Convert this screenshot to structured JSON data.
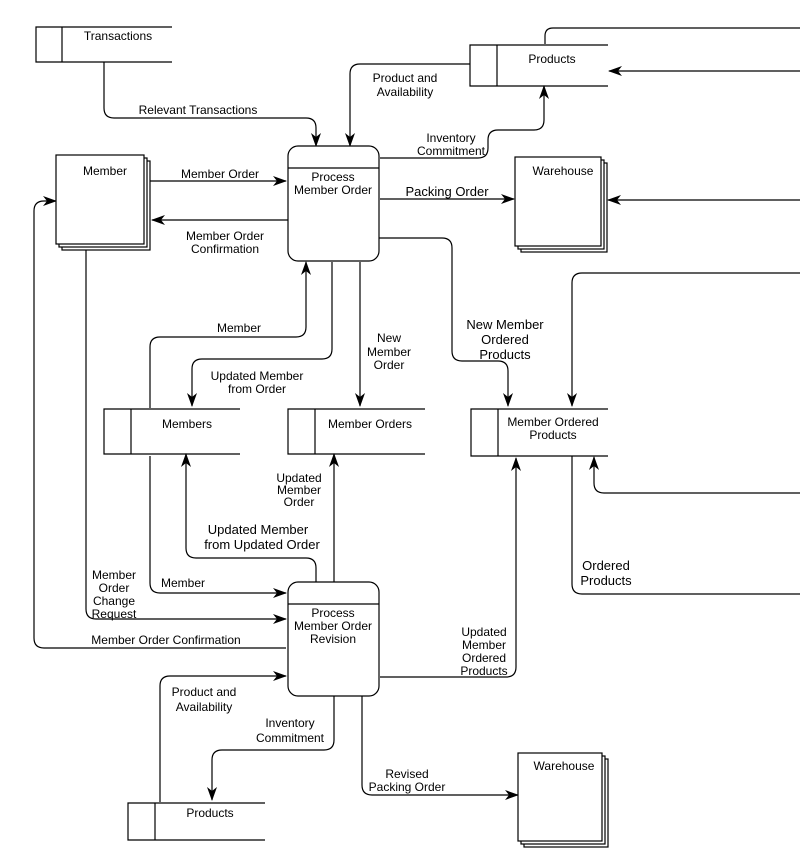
{
  "stores": {
    "transactions": "Transactions",
    "products_top": "Products",
    "members": "Members",
    "member_orders": "Member Orders",
    "member_ordered_products": [
      "Member Ordered",
      "Products"
    ],
    "products_bottom": "Products"
  },
  "entities": {
    "member": "Member",
    "warehouse_top": "Warehouse",
    "warehouse_bottom": "Warehouse"
  },
  "processes": {
    "process_member_order": [
      "Process",
      "Member Order"
    ],
    "process_member_order_revision": [
      "Process",
      "Member Order",
      "Revision"
    ]
  },
  "flows": {
    "relevant_transactions": "Relevant Transactions",
    "product_and_availability_top": [
      "Product and",
      "Availability"
    ],
    "inventory_commitment_top": [
      "Inventory",
      "Commitment"
    ],
    "member_order": "Member Order",
    "member_order_confirmation_top": [
      "Member Order",
      "Confirmation"
    ],
    "packing_order": "Packing Order",
    "member": "Member",
    "new_member_order": [
      "New",
      "Member",
      "Order"
    ],
    "new_member_ordered_products": [
      "New Member",
      "Ordered",
      "Products"
    ],
    "updated_member_from_order": [
      "Updated Member",
      "from Order"
    ],
    "updated_member_order": [
      "Updated",
      "Member",
      "Order"
    ],
    "updated_member_from_updated_order": [
      "Updated Member",
      "from Updated Order"
    ],
    "member_order_change_request": [
      "Member",
      "Order",
      "Change",
      "Request"
    ],
    "member_lower": "Member",
    "ordered_products": [
      "Ordered",
      "Products"
    ],
    "member_order_confirmation_bottom": "Member Order Confirmation",
    "updated_member_ordered_products": [
      "Updated",
      "Member",
      "Ordered",
      "Products"
    ],
    "product_and_availability_bottom": [
      "Product and",
      "Availability"
    ],
    "inventory_commitment_bottom": [
      "Inventory",
      "Commitment"
    ],
    "revised_packing_order": [
      "Revised",
      "Packing Order"
    ]
  }
}
